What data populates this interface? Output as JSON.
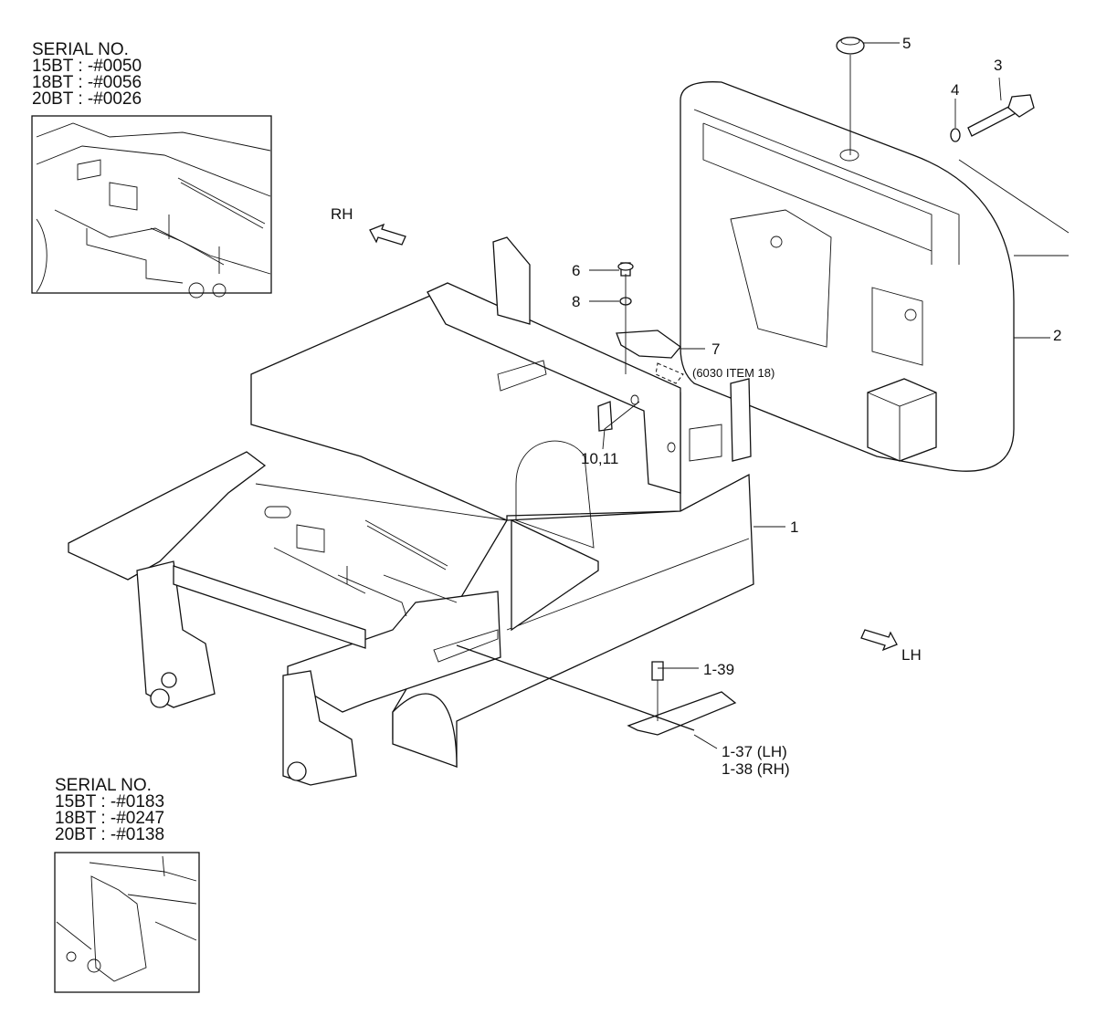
{
  "inset_top": {
    "title": "SERIAL NO.",
    "lines": [
      "15BT : -#0050",
      "18BT : -#0056",
      "20BT : -#0026"
    ]
  },
  "inset_bottom": {
    "title": "SERIAL NO.",
    "lines": [
      "15BT : -#0183",
      "18BT : -#0247",
      "20BT : -#0138"
    ]
  },
  "directions": {
    "rh": "RH",
    "lh": "LH"
  },
  "callouts": {
    "c1": "1",
    "c2": "2",
    "c3": "3",
    "c4": "4",
    "c5": "5",
    "c6": "6",
    "c7": "7",
    "c7_note": "(6030 ITEM 18)",
    "c8": "8",
    "c10_11": "10,11",
    "c1_39": "1-39",
    "c1_37": "1-37 (LH)",
    "c1_38": "1-38 (RH)"
  }
}
